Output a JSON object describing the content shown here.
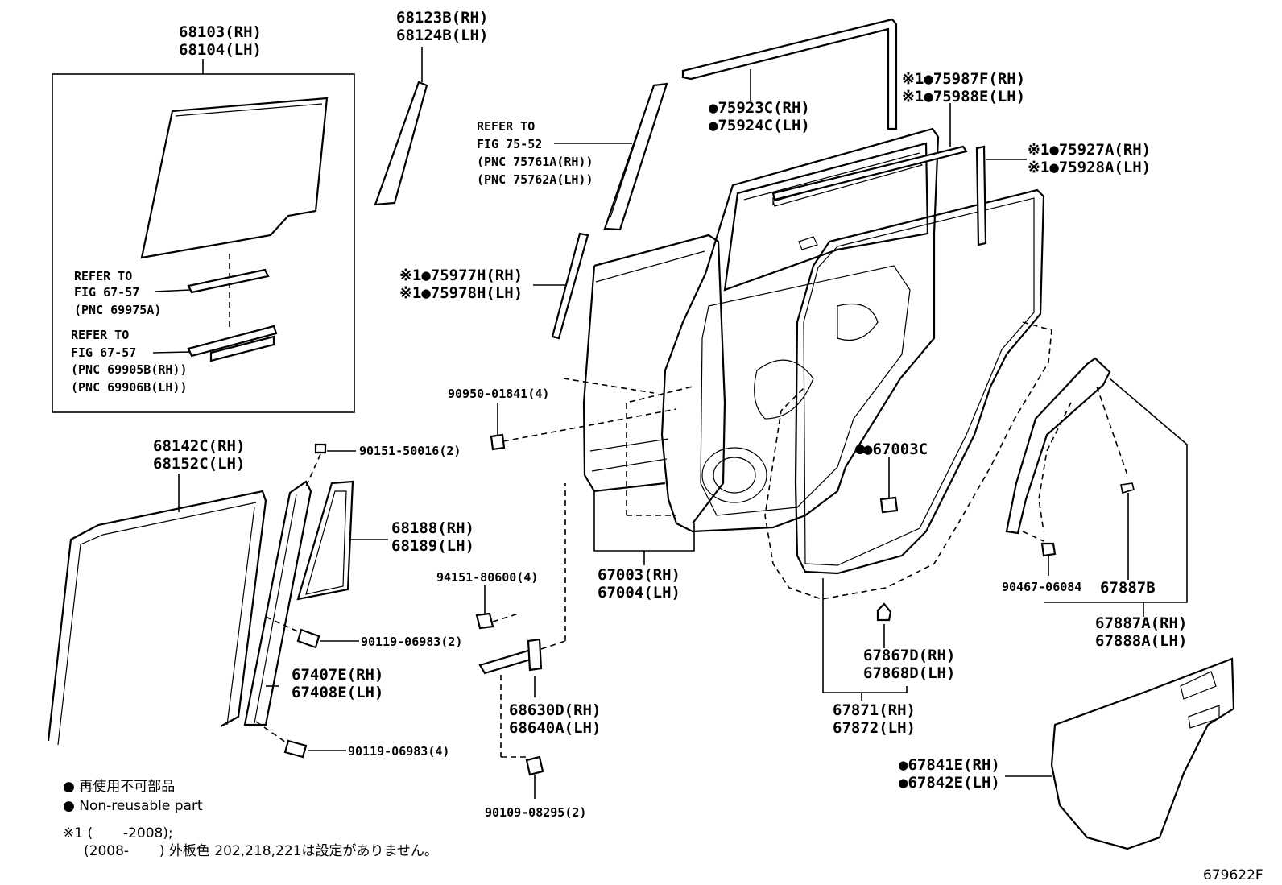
{
  "diagram": {
    "labels": {
      "glass_main": [
        "68103(RH)",
        "68104(LH)"
      ],
      "quarter_glass_top": [
        "68123B(RH)",
        "68124B(LH)"
      ],
      "refer_75_52": [
        "REFER TO",
        "FIG 75-52",
        "(PNC 75761A(RH))",
        "(PNC 75762A(LH))"
      ],
      "weatherstrip_75923": [
        "●75923C(RH)",
        "●75924C(LH)"
      ],
      "strip_75987": [
        "※1●75987F(RH)",
        "※1●75988E(LH)"
      ],
      "strip_75927": [
        "※1●75927A(RH)",
        "※1●75928A(LH)"
      ],
      "strip_75977": [
        "※1●75977H(RH)",
        "※1●75978H(LH)"
      ],
      "refer_69975": [
        "REFER TO",
        "FIG 67-57",
        "(PNC 69975A)"
      ],
      "refer_69905": [
        "REFER TO",
        "FIG 67-57",
        "(PNC 69905B(RH))",
        "(PNC 69906B(LH))"
      ],
      "clip_90950": "90950-01841(4)",
      "plug_67003c": "●67003C",
      "channel_68142": [
        "68142C(RH)",
        "68152C(LH)"
      ],
      "screw_90151": "90151-50016(2)",
      "quarter_glass_68188": [
        "68188(RH)",
        "68189(LH)"
      ],
      "nut_94151": "94151-80600(4)",
      "door_panel": [
        "67003(RH)",
        "67004(LH)"
      ],
      "clip_90467": "90467-06084",
      "part_67887b": "67887B",
      "trim_67887a": [
        "67887A(RH)",
        "67888A(LH)"
      ],
      "bolt_90119_a": "90119-06983(2)",
      "channel_67407": [
        "67407E(RH)",
        "67408E(LH)"
      ],
      "clip_67867": [
        "67867D(RH)",
        "67868D(LH)"
      ],
      "check_68630": [
        "68630D(RH)",
        "68640A(LH)"
      ],
      "weatherstrip_67871": [
        "67871(RH)",
        "67872(LH)"
      ],
      "bolt_90119_b": "90119-06983(4)",
      "cover_67841": [
        "●67841E(RH)",
        "●67842E(LH)"
      ],
      "bolt_90109": "90109-08295(2)",
      "figure_number": "679622F"
    },
    "legend": {
      "nonreusable_jp": "● 再使用不可部品",
      "nonreusable_en": "● Non-reusable part",
      "note_line1": "※1 (       -2008);",
      "note_line2": "(2008-       ) 外板色 202,218,221は設定がありません。"
    }
  }
}
